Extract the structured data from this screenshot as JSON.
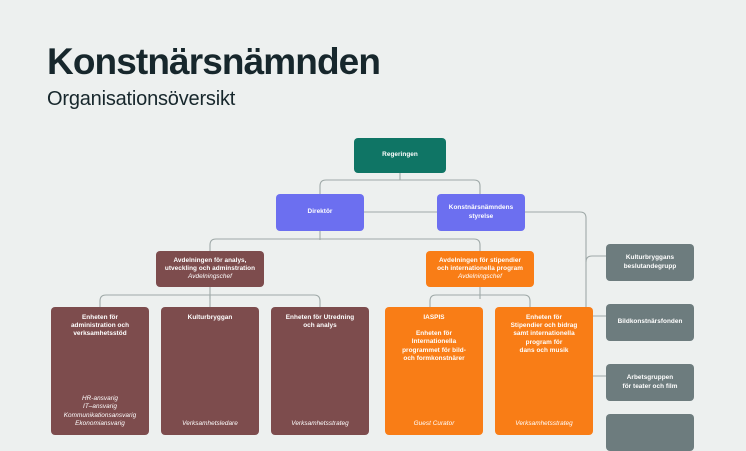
{
  "header": {
    "title": "Konstnärsnämnden",
    "subtitle": "Organisationsöversikt"
  },
  "colors": {
    "background": "#edf0ef",
    "text_dark": "#17272c",
    "government": "#0f7565",
    "board": "#6c6ff0",
    "department_analysis": "#7d4c4d",
    "department_grants": "#f97d16",
    "side_groups": "#6d7c7e",
    "connector": "#9fa9a8"
  },
  "chart_data": {
    "type": "diagram",
    "title": "Konstnärsnämnden Organisationsöversikt",
    "nodes": [
      {
        "id": "regeringen",
        "label": "Regeringen",
        "color": "#0f7565",
        "level": 0
      },
      {
        "id": "direktor",
        "label": "Direktör",
        "color": "#6c6ff0",
        "level": 1
      },
      {
        "id": "styrelse",
        "label": "Konstnärsnämndens styrelse",
        "color": "#6c6ff0",
        "level": 1
      },
      {
        "id": "avd-analys",
        "label": "Avdelningen för analys, utveckling och adminstration",
        "role": "Avdelningschef",
        "color": "#7d4c4d",
        "level": 2
      },
      {
        "id": "avd-stipendier",
        "label": "Avdelningen för stipendier och internationella program",
        "role": "Avdelningschef",
        "color": "#f97d16",
        "level": 2
      },
      {
        "id": "enh-admin",
        "label": "Enheten för administration och verksamhetsstöd",
        "color": "#7d4c4d",
        "level": 3
      },
      {
        "id": "kulturbryggan",
        "label": "Kulturbryggan",
        "color": "#7d4c4d",
        "level": 3
      },
      {
        "id": "enh-utredning",
        "label": "Enheten för Utredning och analys",
        "color": "#7d4c4d",
        "level": 3
      },
      {
        "id": "iaspis",
        "label": "IASPIS",
        "color": "#f97d16",
        "level": 3
      },
      {
        "id": "enh-stipendier",
        "label": "Enheten för Stipendier och bidrag samt internationella program för dans och musik",
        "color": "#f97d16",
        "level": 3
      },
      {
        "id": "kulturbryggans-grupp",
        "label": "Kulturbryggans beslutandegrupp",
        "color": "#6d7c7e",
        "level": 2
      },
      {
        "id": "bildkonstnarsfonden",
        "label": "Bildkonstnärsfonden",
        "color": "#6d7c7e",
        "level": 2
      },
      {
        "id": "arbetsgruppen-teater",
        "label": "Arbetsgruppen för teater och film",
        "color": "#6d7c7e",
        "level": 2
      },
      {
        "id": "side-fourth",
        "label": "",
        "color": "#6d7c7e",
        "level": 2
      }
    ],
    "edges": [
      {
        "from": "regeringen",
        "to": "direktor"
      },
      {
        "from": "regeringen",
        "to": "styrelse"
      },
      {
        "from": "direktor",
        "to": "styrelse"
      },
      {
        "from": "direktor",
        "to": "avd-analys"
      },
      {
        "from": "direktor",
        "to": "avd-stipendier"
      },
      {
        "from": "avd-analys",
        "to": "enh-admin"
      },
      {
        "from": "avd-analys",
        "to": "kulturbryggan"
      },
      {
        "from": "avd-analys",
        "to": "enh-utredning"
      },
      {
        "from": "avd-stipendier",
        "to": "iaspis"
      },
      {
        "from": "avd-stipendier",
        "to": "enh-stipendier"
      },
      {
        "from": "styrelse",
        "to": "kulturbryggans-grupp"
      },
      {
        "from": "styrelse",
        "to": "bildkonstnarsfonden"
      },
      {
        "from": "styrelse",
        "to": "arbetsgruppen-teater"
      },
      {
        "from": "styrelse",
        "to": "side-fourth"
      }
    ]
  },
  "nodes": {
    "regeringen": {
      "label": "Regeringen"
    },
    "direktor": {
      "label": "Direktör"
    },
    "styrelse": {
      "line1": "Konstnärsnämndens",
      "line2": "styrelse"
    },
    "avd_analys": {
      "line1": "Avdelningen för analys,",
      "line2": "utveckling och adminstration",
      "role": "Avdelningschef"
    },
    "avd_stipendier": {
      "line1": "Avdelningen för stipendier",
      "line2": "och internationella program",
      "role": "Avdelningschef"
    },
    "enh_admin": {
      "line1": "Enheten för",
      "line2": "administration och",
      "line3": "verksamhetsstöd",
      "role1": "HR-ansvarig",
      "role2": "IT–ansvarig",
      "role3": "Kommunikationsansvarig",
      "role4": "Ekonomiansvarig"
    },
    "kulturbryggan": {
      "line1": "Kulturbryggan",
      "role1": "Verksamhetsledare"
    },
    "enh_utredning": {
      "line1": "Enheten för Utredning",
      "line2": "och analys",
      "role1": "Verksamhetsstrateg"
    },
    "iaspis": {
      "line1": "IASPIS",
      "line2": "Enheten för",
      "line3": "Internationella",
      "line4": "programmet för bild-",
      "line5": "och formkonstnärer",
      "role1": "Guest Curator"
    },
    "enh_stipendier": {
      "line1": "Enheten för",
      "line2": "Stipendier och bidrag",
      "line3": "samt internationella",
      "line4": "program för",
      "line5": "dans och musik",
      "role1": "Verksamhetsstrateg"
    },
    "kulturbryggans_grupp": {
      "line1": "Kulturbryggans",
      "line2": "beslutandegrupp"
    },
    "bildkonstnarsfonden": {
      "line1": "Bildkonstnärsfonden"
    },
    "arbetsgruppen_teater": {
      "line1": "Arbetsgruppen",
      "line2": "för teater och film"
    }
  }
}
